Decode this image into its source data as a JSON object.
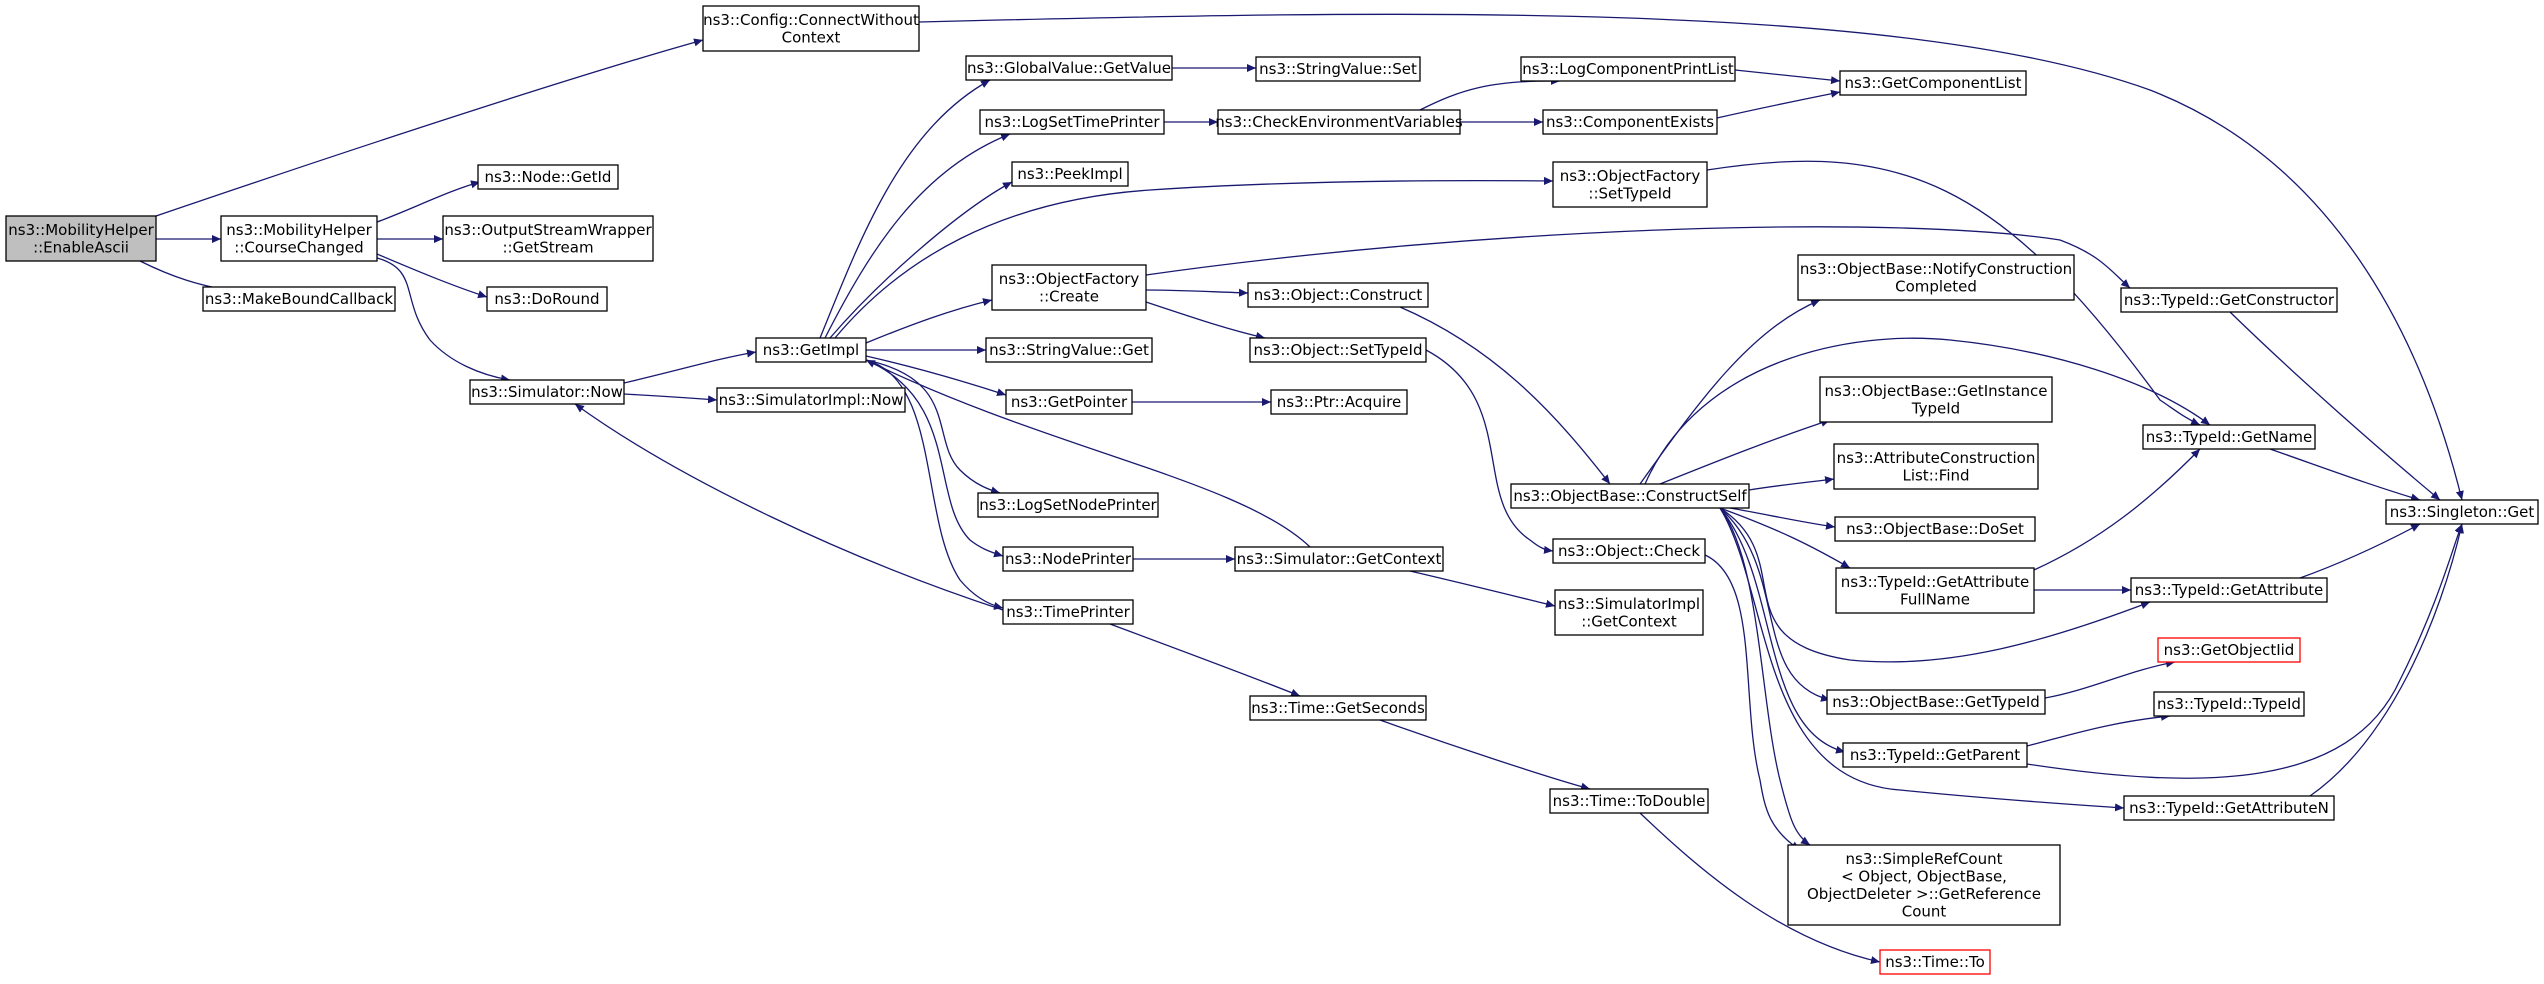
{
  "graph": {
    "colors": {
      "edge": "#191970",
      "box_border": "#000000",
      "root_fill": "#bfbfbf",
      "undocumented_border": "#ff0000"
    },
    "nodes": [
      {
        "id": "enable_ascii",
        "lines": [
          "ns3::MobilityHelper",
          "::EnableAscii"
        ],
        "root": true
      },
      {
        "id": "connect_without_context",
        "lines": [
          "ns3::Config::ConnectWithout",
          "Context"
        ]
      },
      {
        "id": "course_changed",
        "lines": [
          "ns3::MobilityHelper",
          "::CourseChanged"
        ]
      },
      {
        "id": "make_bound_callback",
        "lines": [
          "ns3::MakeBoundCallback"
        ]
      },
      {
        "id": "node_getid",
        "lines": [
          "ns3::Node::GetId"
        ]
      },
      {
        "id": "osw_getstream",
        "lines": [
          "ns3::OutputStreamWrapper",
          "::GetStream"
        ]
      },
      {
        "id": "doround",
        "lines": [
          "ns3::DoRound"
        ]
      },
      {
        "id": "simulator_now",
        "lines": [
          "ns3::Simulator::Now"
        ]
      },
      {
        "id": "getimpl",
        "lines": [
          "ns3::GetImpl"
        ]
      },
      {
        "id": "simulatorimpl_now",
        "lines": [
          "ns3::SimulatorImpl::Now"
        ]
      },
      {
        "id": "globalvalue_getvalue",
        "lines": [
          "ns3::GlobalValue::GetValue"
        ]
      },
      {
        "id": "logsettimeprinter",
        "lines": [
          "ns3::LogSetTimePrinter"
        ]
      },
      {
        "id": "peekimpl",
        "lines": [
          "ns3::PeekImpl"
        ]
      },
      {
        "id": "objectfactory_create",
        "lines": [
          "ns3::ObjectFactory",
          "::Create"
        ]
      },
      {
        "id": "stringvalue_get",
        "lines": [
          "ns3::StringValue::Get"
        ]
      },
      {
        "id": "getpointer",
        "lines": [
          "ns3::GetPointer"
        ]
      },
      {
        "id": "logsetnodeprinter",
        "lines": [
          "ns3::LogSetNodePrinter"
        ]
      },
      {
        "id": "nodeprinter",
        "lines": [
          "ns3::NodePrinter"
        ]
      },
      {
        "id": "timeprinter",
        "lines": [
          "ns3::TimePrinter"
        ]
      },
      {
        "id": "stringvalue_set",
        "lines": [
          "ns3::StringValue::Set"
        ]
      },
      {
        "id": "checkenvvars",
        "lines": [
          "ns3::CheckEnvironmentVariables"
        ]
      },
      {
        "id": "object_construct",
        "lines": [
          "ns3::Object::Construct"
        ]
      },
      {
        "id": "object_settypeid",
        "lines": [
          "ns3::Object::SetTypeId"
        ]
      },
      {
        "id": "ptr_acquire",
        "lines": [
          "ns3::Ptr::Acquire"
        ]
      },
      {
        "id": "simulator_getcontext",
        "lines": [
          "ns3::Simulator::GetContext"
        ]
      },
      {
        "id": "time_getseconds",
        "lines": [
          "ns3::Time::GetSeconds"
        ]
      },
      {
        "id": "logcomponentprintlist",
        "lines": [
          "ns3::LogComponentPrintList"
        ]
      },
      {
        "id": "componentexists",
        "lines": [
          "ns3::ComponentExists"
        ]
      },
      {
        "id": "objectfactory_settypeid",
        "lines": [
          "ns3::ObjectFactory",
          "::SetTypeId"
        ]
      },
      {
        "id": "objectbase_constructself",
        "lines": [
          "ns3::ObjectBase::ConstructSelf"
        ]
      },
      {
        "id": "object_check",
        "lines": [
          "ns3::Object::Check"
        ]
      },
      {
        "id": "simulatorimpl_getcontext",
        "lines": [
          "ns3::SimulatorImpl",
          "::GetContext"
        ]
      },
      {
        "id": "time_todouble",
        "lines": [
          "ns3::Time::ToDouble"
        ]
      },
      {
        "id": "getcomponentlist",
        "lines": [
          "ns3::GetComponentList"
        ]
      },
      {
        "id": "notifyconstructioncompleted",
        "lines": [
          "ns3::ObjectBase::NotifyConstruction",
          "Completed"
        ]
      },
      {
        "id": "getinstancetypeid",
        "lines": [
          "ns3::ObjectBase::GetInstance",
          "TypeId"
        ]
      },
      {
        "id": "attributeconstructionlist_find",
        "lines": [
          "ns3::AttributeConstruction",
          "List::Find"
        ]
      },
      {
        "id": "objectbase_doset",
        "lines": [
          "ns3::ObjectBase::DoSet"
        ]
      },
      {
        "id": "typeid_getattributefullname",
        "lines": [
          "ns3::TypeId::GetAttribute",
          "FullName"
        ]
      },
      {
        "id": "objectbase_gettypeid",
        "lines": [
          "ns3::ObjectBase::GetTypeId"
        ]
      },
      {
        "id": "typeid_getparent",
        "lines": [
          "ns3::TypeId::GetParent"
        ]
      },
      {
        "id": "simplerefcount_getreferencecount",
        "lines": [
          "ns3::SimpleRefCount",
          "< Object, ObjectBase,",
          " ObjectDeleter >::GetReference",
          "Count"
        ]
      },
      {
        "id": "time_to",
        "lines": [
          "ns3::Time::To"
        ],
        "undocumented": true
      },
      {
        "id": "typeid_getconstructor",
        "lines": [
          "ns3::TypeId::GetConstructor"
        ]
      },
      {
        "id": "typeid_getname",
        "lines": [
          "ns3::TypeId::GetName"
        ]
      },
      {
        "id": "typeid_getattribute",
        "lines": [
          "ns3::TypeId::GetAttribute"
        ]
      },
      {
        "id": "getobjectiid",
        "lines": [
          "ns3::GetObjectIid"
        ],
        "undocumented": true
      },
      {
        "id": "typeid_typeid",
        "lines": [
          "ns3::TypeId::TypeId"
        ]
      },
      {
        "id": "typeid_getattributen",
        "lines": [
          "ns3::TypeId::GetAttributeN"
        ]
      },
      {
        "id": "singleton_get",
        "lines": [
          "ns3::Singleton::Get"
        ]
      }
    ],
    "edges": [
      [
        "enable_ascii",
        "connect_without_context"
      ],
      [
        "enable_ascii",
        "course_changed"
      ],
      [
        "enable_ascii",
        "make_bound_callback"
      ],
      [
        "connect_without_context",
        "singleton_get"
      ],
      [
        "course_changed",
        "node_getid"
      ],
      [
        "course_changed",
        "osw_getstream"
      ],
      [
        "course_changed",
        "doround"
      ],
      [
        "course_changed",
        "simulator_now"
      ],
      [
        "simulator_now",
        "getimpl"
      ],
      [
        "simulator_now",
        "simulatorimpl_now"
      ],
      [
        "getimpl",
        "globalvalue_getvalue"
      ],
      [
        "getimpl",
        "logsettimeprinter"
      ],
      [
        "getimpl",
        "peekimpl"
      ],
      [
        "getimpl",
        "objectfactory_settypeid"
      ],
      [
        "getimpl",
        "objectfactory_create"
      ],
      [
        "getimpl",
        "stringvalue_get"
      ],
      [
        "getimpl",
        "getpointer"
      ],
      [
        "getimpl",
        "logsetnodeprinter"
      ],
      [
        "getimpl",
        "nodeprinter"
      ],
      [
        "getimpl",
        "timeprinter"
      ],
      [
        "globalvalue_getvalue",
        "stringvalue_set"
      ],
      [
        "logsettimeprinter",
        "checkenvvars"
      ],
      [
        "checkenvvars",
        "logcomponentprintlist"
      ],
      [
        "checkenvvars",
        "componentexists"
      ],
      [
        "logcomponentprintlist",
        "getcomponentlist"
      ],
      [
        "componentexists",
        "getcomponentlist"
      ],
      [
        "objectfactory_create",
        "object_construct"
      ],
      [
        "objectfactory_create",
        "object_settypeid"
      ],
      [
        "objectfactory_create",
        "typeid_getconstructor"
      ],
      [
        "objectfactory_settypeid",
        "typeid_getname"
      ],
      [
        "getpointer",
        "ptr_acquire"
      ],
      [
        "nodeprinter",
        "simulator_getcontext"
      ],
      [
        "simulator_getcontext",
        "getimpl"
      ],
      [
        "simulator_getcontext",
        "simulatorimpl_getcontext"
      ],
      [
        "timeprinter",
        "simulator_now"
      ],
      [
        "timeprinter",
        "time_getseconds"
      ],
      [
        "time_getseconds",
        "time_todouble"
      ],
      [
        "time_todouble",
        "time_to"
      ],
      [
        "object_construct",
        "objectbase_constructself"
      ],
      [
        "object_settypeid",
        "object_check"
      ],
      [
        "objectbase_constructself",
        "notifyconstructioncompleted"
      ],
      [
        "objectbase_constructself",
        "typeid_getname"
      ],
      [
        "objectbase_constructself",
        "getinstancetypeid"
      ],
      [
        "objectbase_constructself",
        "attributeconstructionlist_find"
      ],
      [
        "objectbase_constructself",
        "objectbase_doset"
      ],
      [
        "objectbase_constructself",
        "typeid_getattributefullname"
      ],
      [
        "objectbase_constructself",
        "typeid_getattribute"
      ],
      [
        "objectbase_constructself",
        "objectbase_gettypeid"
      ],
      [
        "objectbase_constructself",
        "typeid_getparent"
      ],
      [
        "objectbase_constructself",
        "typeid_getattributen"
      ],
      [
        "objectbase_constructself",
        "simplerefcount_getreferencecount"
      ],
      [
        "object_check",
        "simplerefcount_getreferencecount"
      ],
      [
        "typeid_getattributefullname",
        "typeid_getname"
      ],
      [
        "typeid_getattributefullname",
        "typeid_getattribute"
      ],
      [
        "objectbase_gettypeid",
        "getobjectiid"
      ],
      [
        "typeid_getparent",
        "typeid_typeid"
      ],
      [
        "typeid_getparent",
        "singleton_get"
      ],
      [
        "typeid_getconstructor",
        "singleton_get"
      ],
      [
        "typeid_getname",
        "singleton_get"
      ],
      [
        "typeid_getattribute",
        "singleton_get"
      ],
      [
        "typeid_getattributen",
        "singleton_get"
      ]
    ]
  }
}
